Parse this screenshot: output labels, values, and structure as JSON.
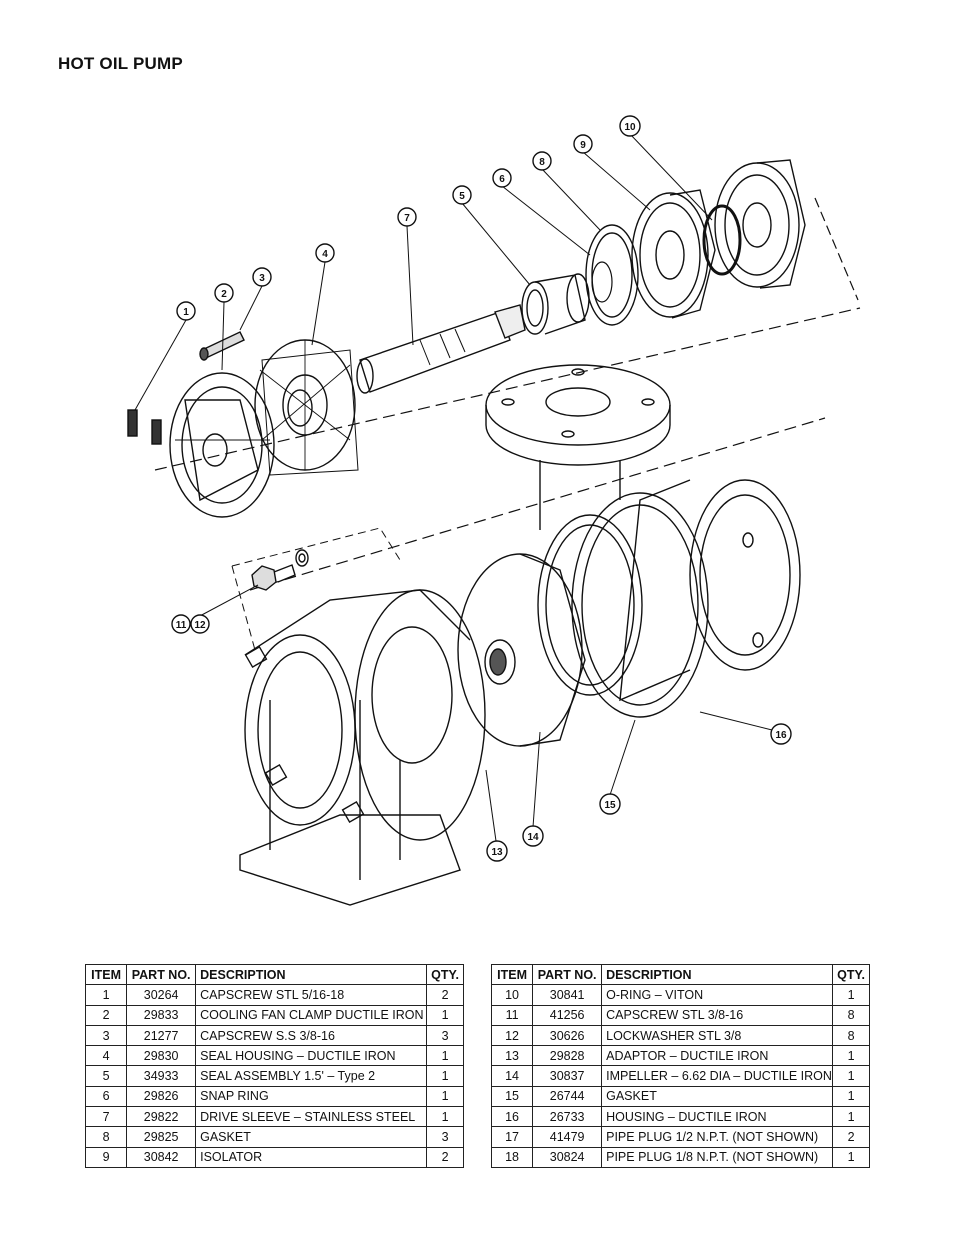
{
  "page_title": "HOT OIL PUMP",
  "callouts": [
    "1",
    "2",
    "3",
    "4",
    "5",
    "6",
    "7",
    "8",
    "9",
    "10",
    "11",
    "12",
    "13",
    "14",
    "15",
    "16"
  ],
  "table_headers": {
    "item": "ITEM",
    "part_no": "PART NO.",
    "description": "DESCRIPTION",
    "qty": "QTY."
  },
  "parts_left": [
    {
      "item": "1",
      "part_no": "30264",
      "description": "CAPSCREW STL 5/16-18",
      "qty": "2"
    },
    {
      "item": "2",
      "part_no": "29833",
      "description": "COOLING FAN CLAMP DUCTILE IRON",
      "qty": "1"
    },
    {
      "item": "3",
      "part_no": "21277",
      "description": "CAPSCREW S.S 3/8-16",
      "qty": "3"
    },
    {
      "item": "4",
      "part_no": "29830",
      "description": "SEAL HOUSING – DUCTILE IRON",
      "qty": "1"
    },
    {
      "item": "5",
      "part_no": "34933",
      "description": "SEAL ASSEMBLY 1.5' – Type 2",
      "qty": "1"
    },
    {
      "item": "6",
      "part_no": "29826",
      "description": "SNAP RING",
      "qty": "1"
    },
    {
      "item": "7",
      "part_no": "29822",
      "description": "DRIVE SLEEVE – STAINLESS STEEL",
      "qty": "1"
    },
    {
      "item": "8",
      "part_no": "29825",
      "description": "GASKET",
      "qty": "3"
    },
    {
      "item": "9",
      "part_no": "30842",
      "description": "ISOLATOR",
      "qty": "2"
    }
  ],
  "parts_right": [
    {
      "item": "10",
      "part_no": "30841",
      "description": "O-RING – VITON",
      "qty": "1"
    },
    {
      "item": "11",
      "part_no": "41256",
      "description": "CAPSCREW STL 3/8-16",
      "qty": "8"
    },
    {
      "item": "12",
      "part_no": "30626",
      "description": "LOCKWASHER STL 3/8",
      "qty": "8"
    },
    {
      "item": "13",
      "part_no": "29828",
      "description": "ADAPTOR – DUCTILE IRON",
      "qty": "1"
    },
    {
      "item": "14",
      "part_no": "30837",
      "description": "IMPELLER – 6.62 DIA – DUCTILE IRON",
      "qty": "1"
    },
    {
      "item": "15",
      "part_no": "26744",
      "description": "GASKET",
      "qty": "1"
    },
    {
      "item": "16",
      "part_no": "26733",
      "description": "HOUSING – DUCTILE IRON",
      "qty": "1"
    },
    {
      "item": "17",
      "part_no": "41479",
      "description": "PIPE PLUG 1/2 N.P.T. (NOT SHOWN)",
      "qty": "2"
    },
    {
      "item": "18",
      "part_no": "30824",
      "description": "PIPE PLUG 1/8 N.P.T. (NOT SHOWN)",
      "qty": "1"
    }
  ]
}
